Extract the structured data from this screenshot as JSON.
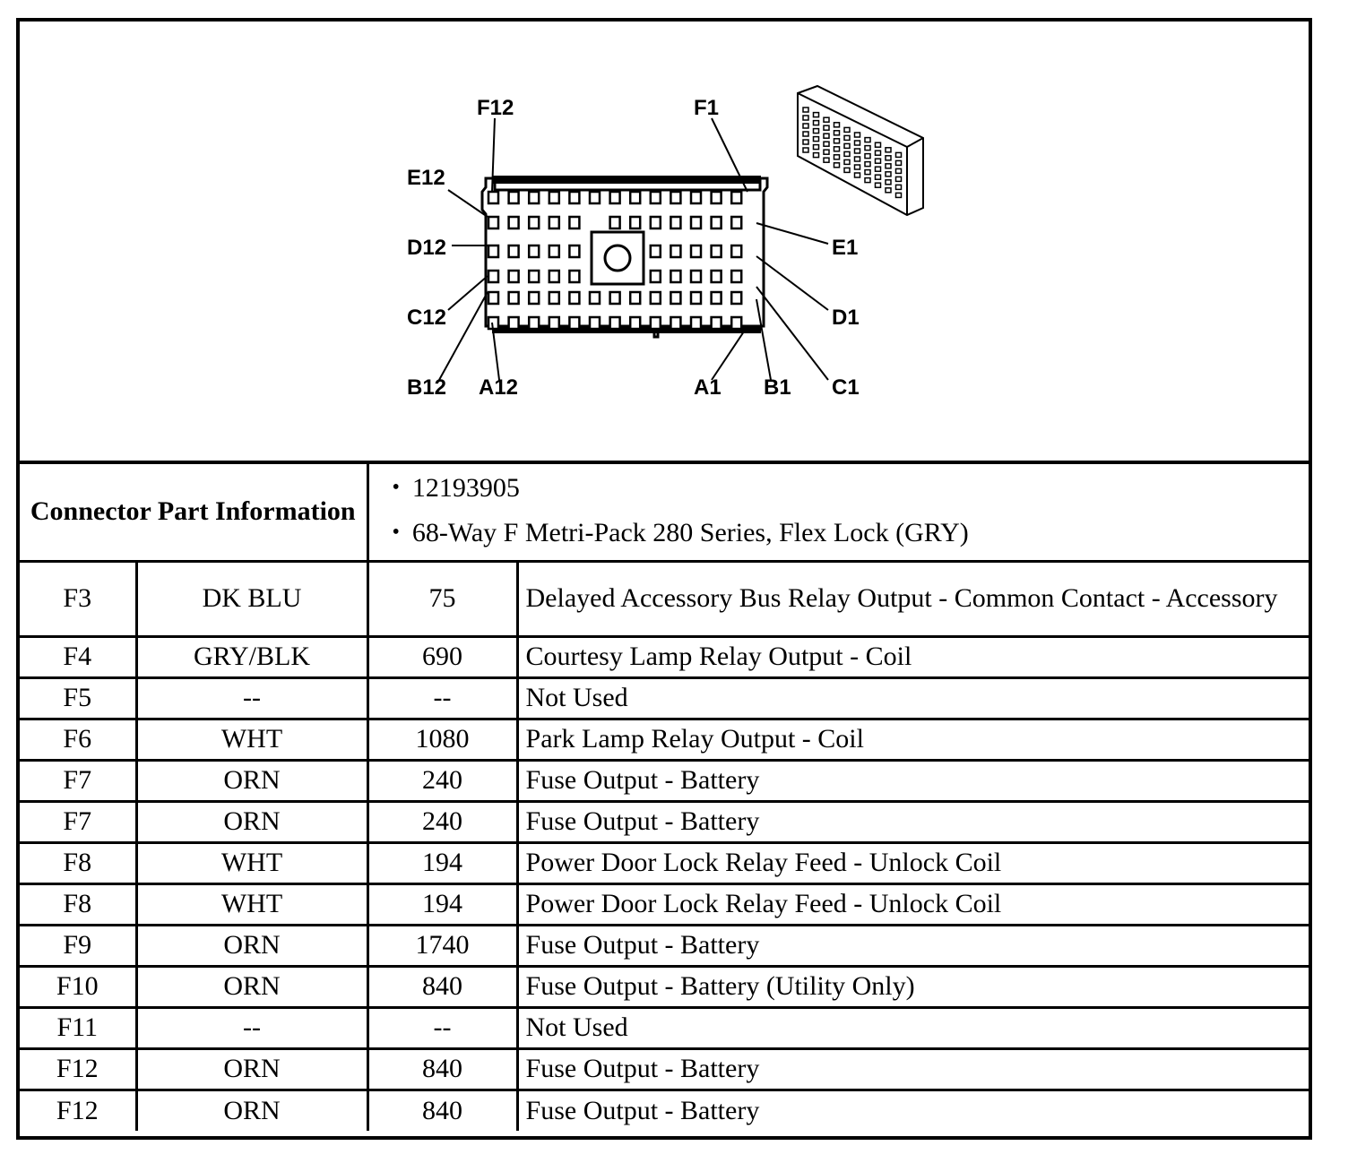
{
  "diagram": {
    "pin_labels": {
      "f12": "F12",
      "f1": "F1",
      "e12": "E12",
      "e1": "E1",
      "d12": "D12",
      "d1": "D1",
      "c12": "C12",
      "c1": "C1",
      "b12": "B12",
      "a12": "A12",
      "a1": "A1",
      "b1": "B1"
    }
  },
  "connector_info": {
    "header": "Connector Part Information",
    "items": [
      "12193905",
      "68-Way F Metri-Pack 280 Series, Flex Lock (GRY)"
    ]
  },
  "rows": [
    {
      "pin": "F3",
      "color": "DK BLU",
      "circuit": "75",
      "function": "Delayed Accessory Bus Relay Output - Common Contact - Accessory"
    },
    {
      "pin": "F4",
      "color": "GRY/BLK",
      "circuit": "690",
      "function": "Courtesy Lamp Relay Output - Coil"
    },
    {
      "pin": "F5",
      "color": "--",
      "circuit": "--",
      "function": "Not Used"
    },
    {
      "pin": "F6",
      "color": "WHT",
      "circuit": "1080",
      "function": "Park Lamp Relay Output - Coil"
    },
    {
      "pin": "F7",
      "color": "ORN",
      "circuit": "240",
      "function": "Fuse Output - Battery"
    },
    {
      "pin": "F7",
      "color": "ORN",
      "circuit": "240",
      "function": "Fuse Output - Battery"
    },
    {
      "pin": "F8",
      "color": "WHT",
      "circuit": "194",
      "function": "Power Door Lock Relay Feed - Unlock Coil"
    },
    {
      "pin": "F8",
      "color": "WHT",
      "circuit": "194",
      "function": "Power Door Lock Relay Feed - Unlock Coil"
    },
    {
      "pin": "F9",
      "color": "ORN",
      "circuit": "1740",
      "function": "Fuse Output - Battery"
    },
    {
      "pin": "F10",
      "color": "ORN",
      "circuit": "840",
      "function": "Fuse Output - Battery (Utility Only)"
    },
    {
      "pin": "F11",
      "color": "--",
      "circuit": "--",
      "function": "Not Used"
    },
    {
      "pin": "F12",
      "color": "ORN",
      "circuit": "840",
      "function": "Fuse Output - Battery"
    },
    {
      "pin": "F12",
      "color": "ORN",
      "circuit": "840",
      "function": "Fuse Output - Battery"
    }
  ]
}
